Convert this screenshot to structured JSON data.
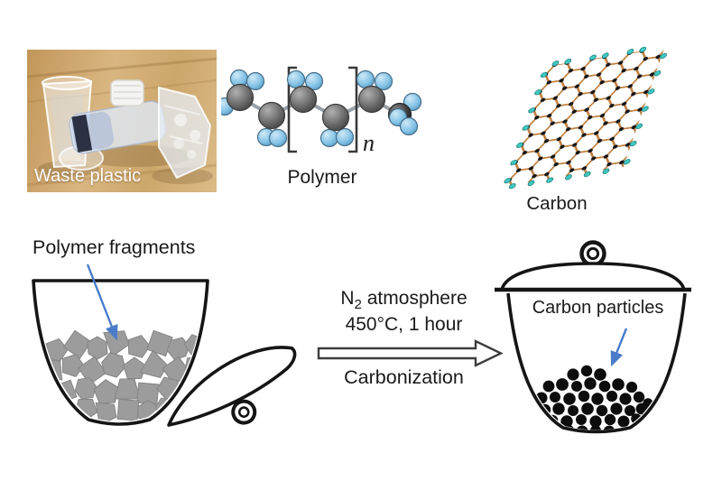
{
  "figure": {
    "top_row": {
      "waste_plastic": {
        "label": "Waste plastic"
      },
      "polymer": {
        "label": "Polymer",
        "repeat_subscript": "n"
      },
      "carbon": {
        "label": "Carbon"
      }
    },
    "process": {
      "atmosphere_symbol": "N",
      "atmosphere_subscript": "2",
      "atmosphere_text": " atmosphere",
      "conditions": "450°C, 1 hour",
      "step_label": "Carbonization"
    },
    "bottom_row": {
      "left_crucible_label": "Polymer fragments",
      "right_crucible_label": "Carbon particles"
    },
    "colors": {
      "annotation_arrow_blue": "#4a7cc9",
      "fragment_gray": "#9c9c9c",
      "hydrogen_blue": "#7fc0e4",
      "carbon_atom_gray": "#5a5a5a",
      "lattice_bond_orange": "#c08040",
      "lattice_edge_teal": "#3fc6c0",
      "particle_black": "#0d0d0d",
      "outline_black": "#151515"
    }
  }
}
